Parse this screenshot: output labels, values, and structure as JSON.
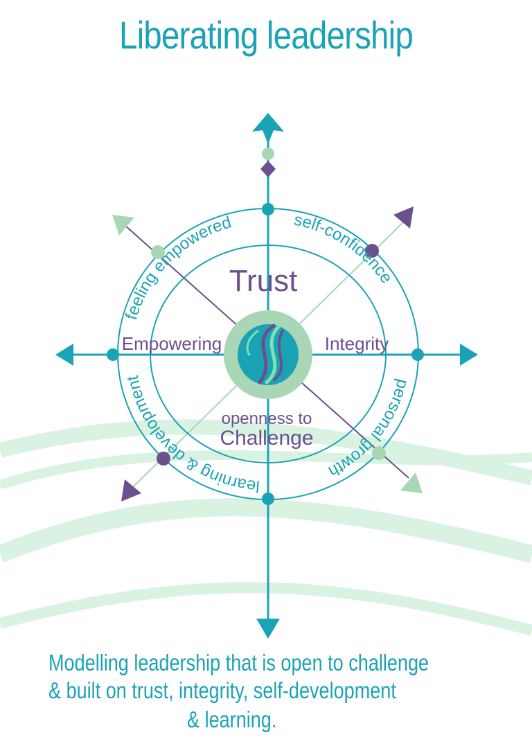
{
  "title": "Liberating leadership",
  "colors": {
    "teal": "#1aa3b5",
    "purple": "#6b4f8f",
    "green": "#a9d7b6",
    "wave": "#d6f1de"
  },
  "ring_outer": [
    "feeling empowered",
    "self-confidence",
    "personal growth",
    "learning & development"
  ],
  "quadrants": {
    "top": "Trust",
    "left": "Empowering",
    "right": "Integrity",
    "bottom_line1": "openness to",
    "bottom_line2": "Challenge"
  },
  "caption": {
    "line1": "Modelling leadership that is open to challenge",
    "line2": "& built on trust, integrity, self-development",
    "line3": "& learning."
  }
}
